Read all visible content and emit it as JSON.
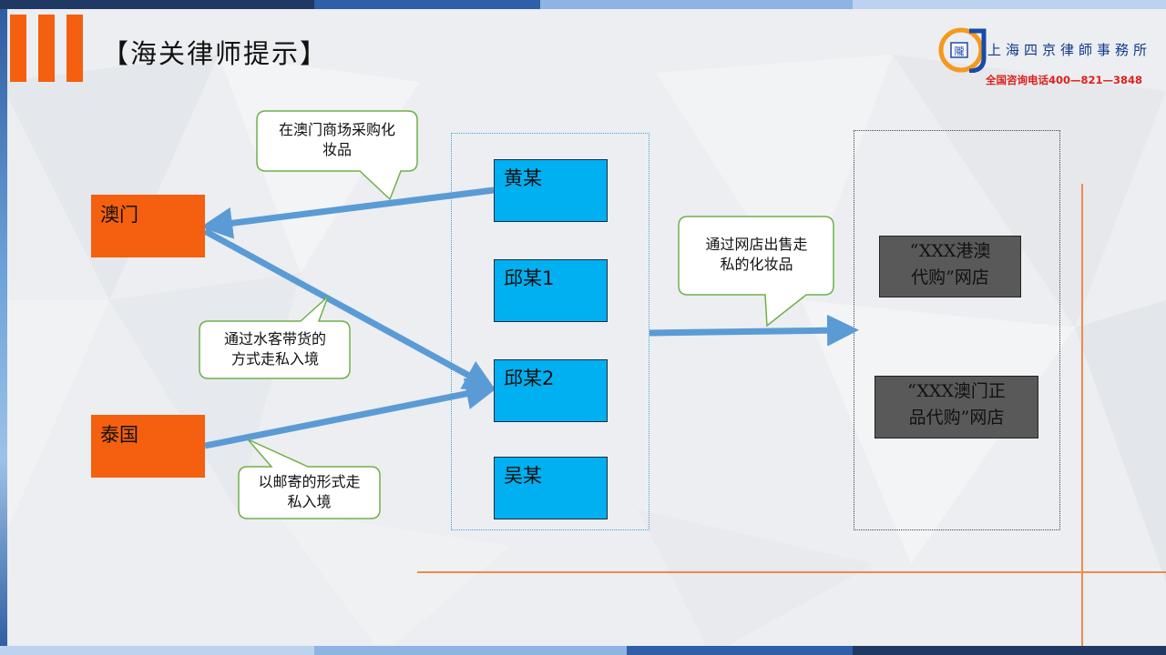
{
  "colors": {
    "accent_orange": "#f4600f",
    "node_blue": "#00b0f0",
    "arrow_blue": "#5b9bd5",
    "callout_border": "#6fb04a",
    "store_gray": "#595959",
    "logo_red": "#e0201b",
    "logo_blue": "#123a8a"
  },
  "header": {
    "title": "【海关律师提示】",
    "logo_name": "上海四京律師事務所",
    "logo_phone": "全国咨询电话400—821—3848"
  },
  "origins": {
    "macau": "澳门",
    "thailand": "泰国"
  },
  "people": [
    {
      "label": "黄某"
    },
    {
      "label": "邱某1"
    },
    {
      "label": "邱某2"
    },
    {
      "label": "吴某"
    }
  ],
  "stores": [
    {
      "line1": "“XXX港澳",
      "line2": "代购”网店"
    },
    {
      "line1": "“XXX澳门正",
      "line2": "品代购”网店"
    }
  ],
  "callouts": {
    "purchase": {
      "line1": "在澳门商场采购化",
      "line2": "妆品"
    },
    "carry": {
      "line1": "通过水客带货的",
      "line2": "方式走私入境"
    },
    "mail": {
      "line1": "以邮寄的形式走",
      "line2": "私入境"
    },
    "sell": {
      "line1": "通过网店出售走",
      "line2": "私的化妆品"
    }
  }
}
